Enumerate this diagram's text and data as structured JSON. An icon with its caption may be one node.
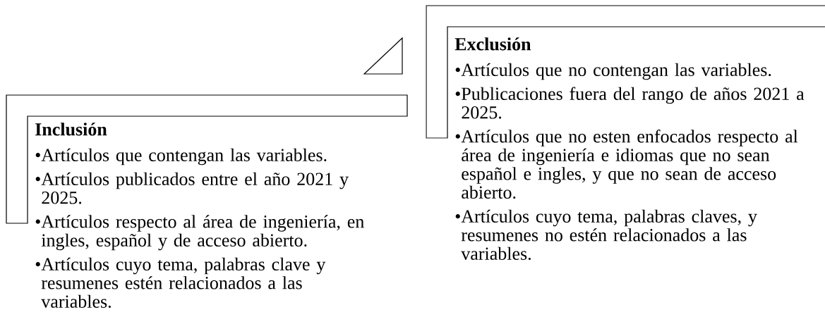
{
  "diagram": {
    "nodes": [
      {
        "text": [
          "Inclusión",
          "•Artículos que contengan las variables.",
          "•Artículos publicados entre el año 2021 y 2025.",
          "•Artículos respecto al área de ingeniería, en ingles, español y de acceso abierto.",
          "•Artículos cuyo tema, palabras clave y resumenes estén relacionados a las variables."
        ]
      },
      {
        "text": [
          "Exclusión",
          "•Artículos que no contengan las variables.",
          "•Publicaciones fuera del rango de años 2021 a 2025.",
          "•Artículos que no esten enfocados respecto al área de ingeniería e idiomas que no sean español e ingles, y que no sean de acceso abierto.",
          "•Artículos cuyo tema, palabras claves, y resumenes no estén relacionados a las variables."
        ]
      }
    ]
  }
}
